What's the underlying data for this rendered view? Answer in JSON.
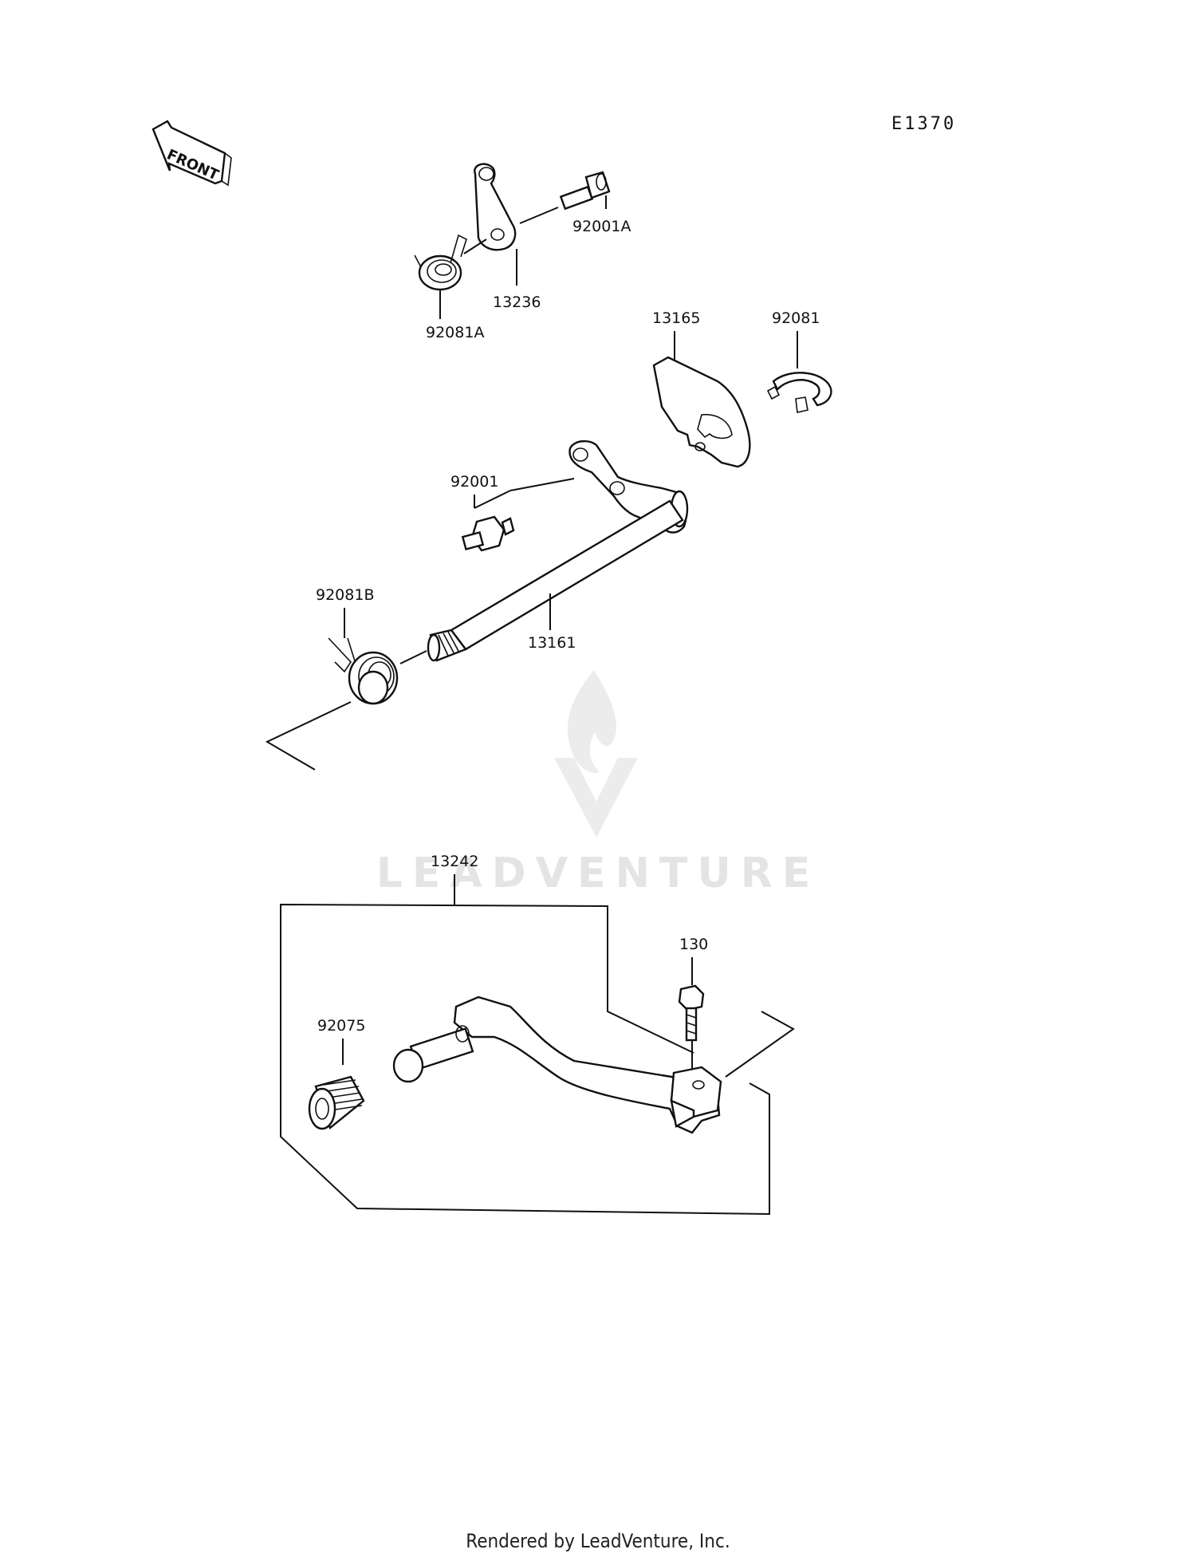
{
  "diagram_code": "E1370",
  "front_arrow_label": "FRONT",
  "watermark_text": "LEADVENTURE",
  "footer_text": "Rendered by LeadVenture, Inc.",
  "parts": [
    {
      "id": "spring-92081a",
      "label": "92081A"
    },
    {
      "id": "plate-13236",
      "label": "13236"
    },
    {
      "id": "bolt-92001a",
      "label": "92001A"
    },
    {
      "id": "plate-13165",
      "label": "13165"
    },
    {
      "id": "clip-92081",
      "label": "92081"
    },
    {
      "id": "bolt-92001",
      "label": "92001"
    },
    {
      "id": "spring-92081b",
      "label": "92081B"
    },
    {
      "id": "shaft-13161",
      "label": "13161"
    },
    {
      "id": "pedal-13242",
      "label": "13242"
    },
    {
      "id": "bolt-130",
      "label": "130"
    },
    {
      "id": "rubber-92075",
      "label": "92075"
    }
  ],
  "colors": {
    "line": "#111111",
    "watermark": "#e4e4e4"
  }
}
